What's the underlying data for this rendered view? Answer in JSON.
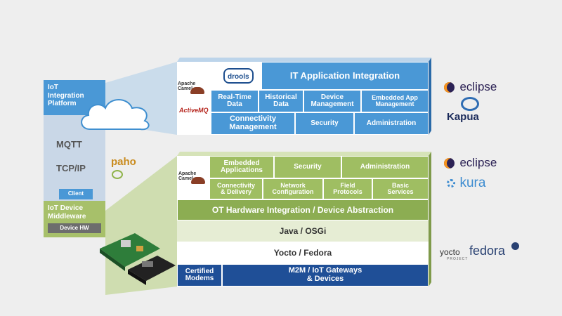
{
  "left_stack": {
    "iot_platform": "IoT Integration Platform",
    "mqtt": "MQTT",
    "tcpip": "TCP/IP",
    "client": "Client",
    "middleware": "IoT Device Middleware",
    "device_hw": "Device HW",
    "paho": "paho"
  },
  "cloud_block": {
    "logos": {
      "camel": "Apache Camel",
      "drools": "drools",
      "activemq": "ActiveMQ"
    },
    "title": "IT Application Integration",
    "row1": [
      "Real-Time Data",
      "Historical Data",
      "Device Management",
      "Embedded App Management"
    ],
    "connectivity": "Connectivity Management",
    "security": "Security",
    "administration": "Administration"
  },
  "device_block": {
    "camel_logo": "Apache Camel",
    "row1": [
      "Embedded Applications",
      "Security",
      "Administration"
    ],
    "row2": [
      "Connectivity & Delivery",
      "Network Configuration",
      "Field Protocols",
      "Basic Services"
    ],
    "ot_layer": "OT Hardware Integration / Device Abstraction",
    "java_layer": "Java / OSGi",
    "yocto_layer": "Yocto / Fedora",
    "certified": "Certified Modems",
    "m2m": "M2M / IoT Gateways & Devices"
  },
  "right_logos": {
    "eclipse_top": "eclipse",
    "kapua": "Kapua",
    "eclipse_bottom": "eclipse",
    "kura": "kura",
    "yocto": "yocto",
    "yocto_sub": "PROJECT",
    "fedora": "fedora"
  },
  "colors": {
    "blue": "#4a98d6",
    "blue_dark": "#2f79c2",
    "green": "#9fbe62",
    "navy": "#1f4f97",
    "eclipse_purple": "#2c2255",
    "kura_blue": "#3b8bd0",
    "fedora_blue": "#294172"
  }
}
